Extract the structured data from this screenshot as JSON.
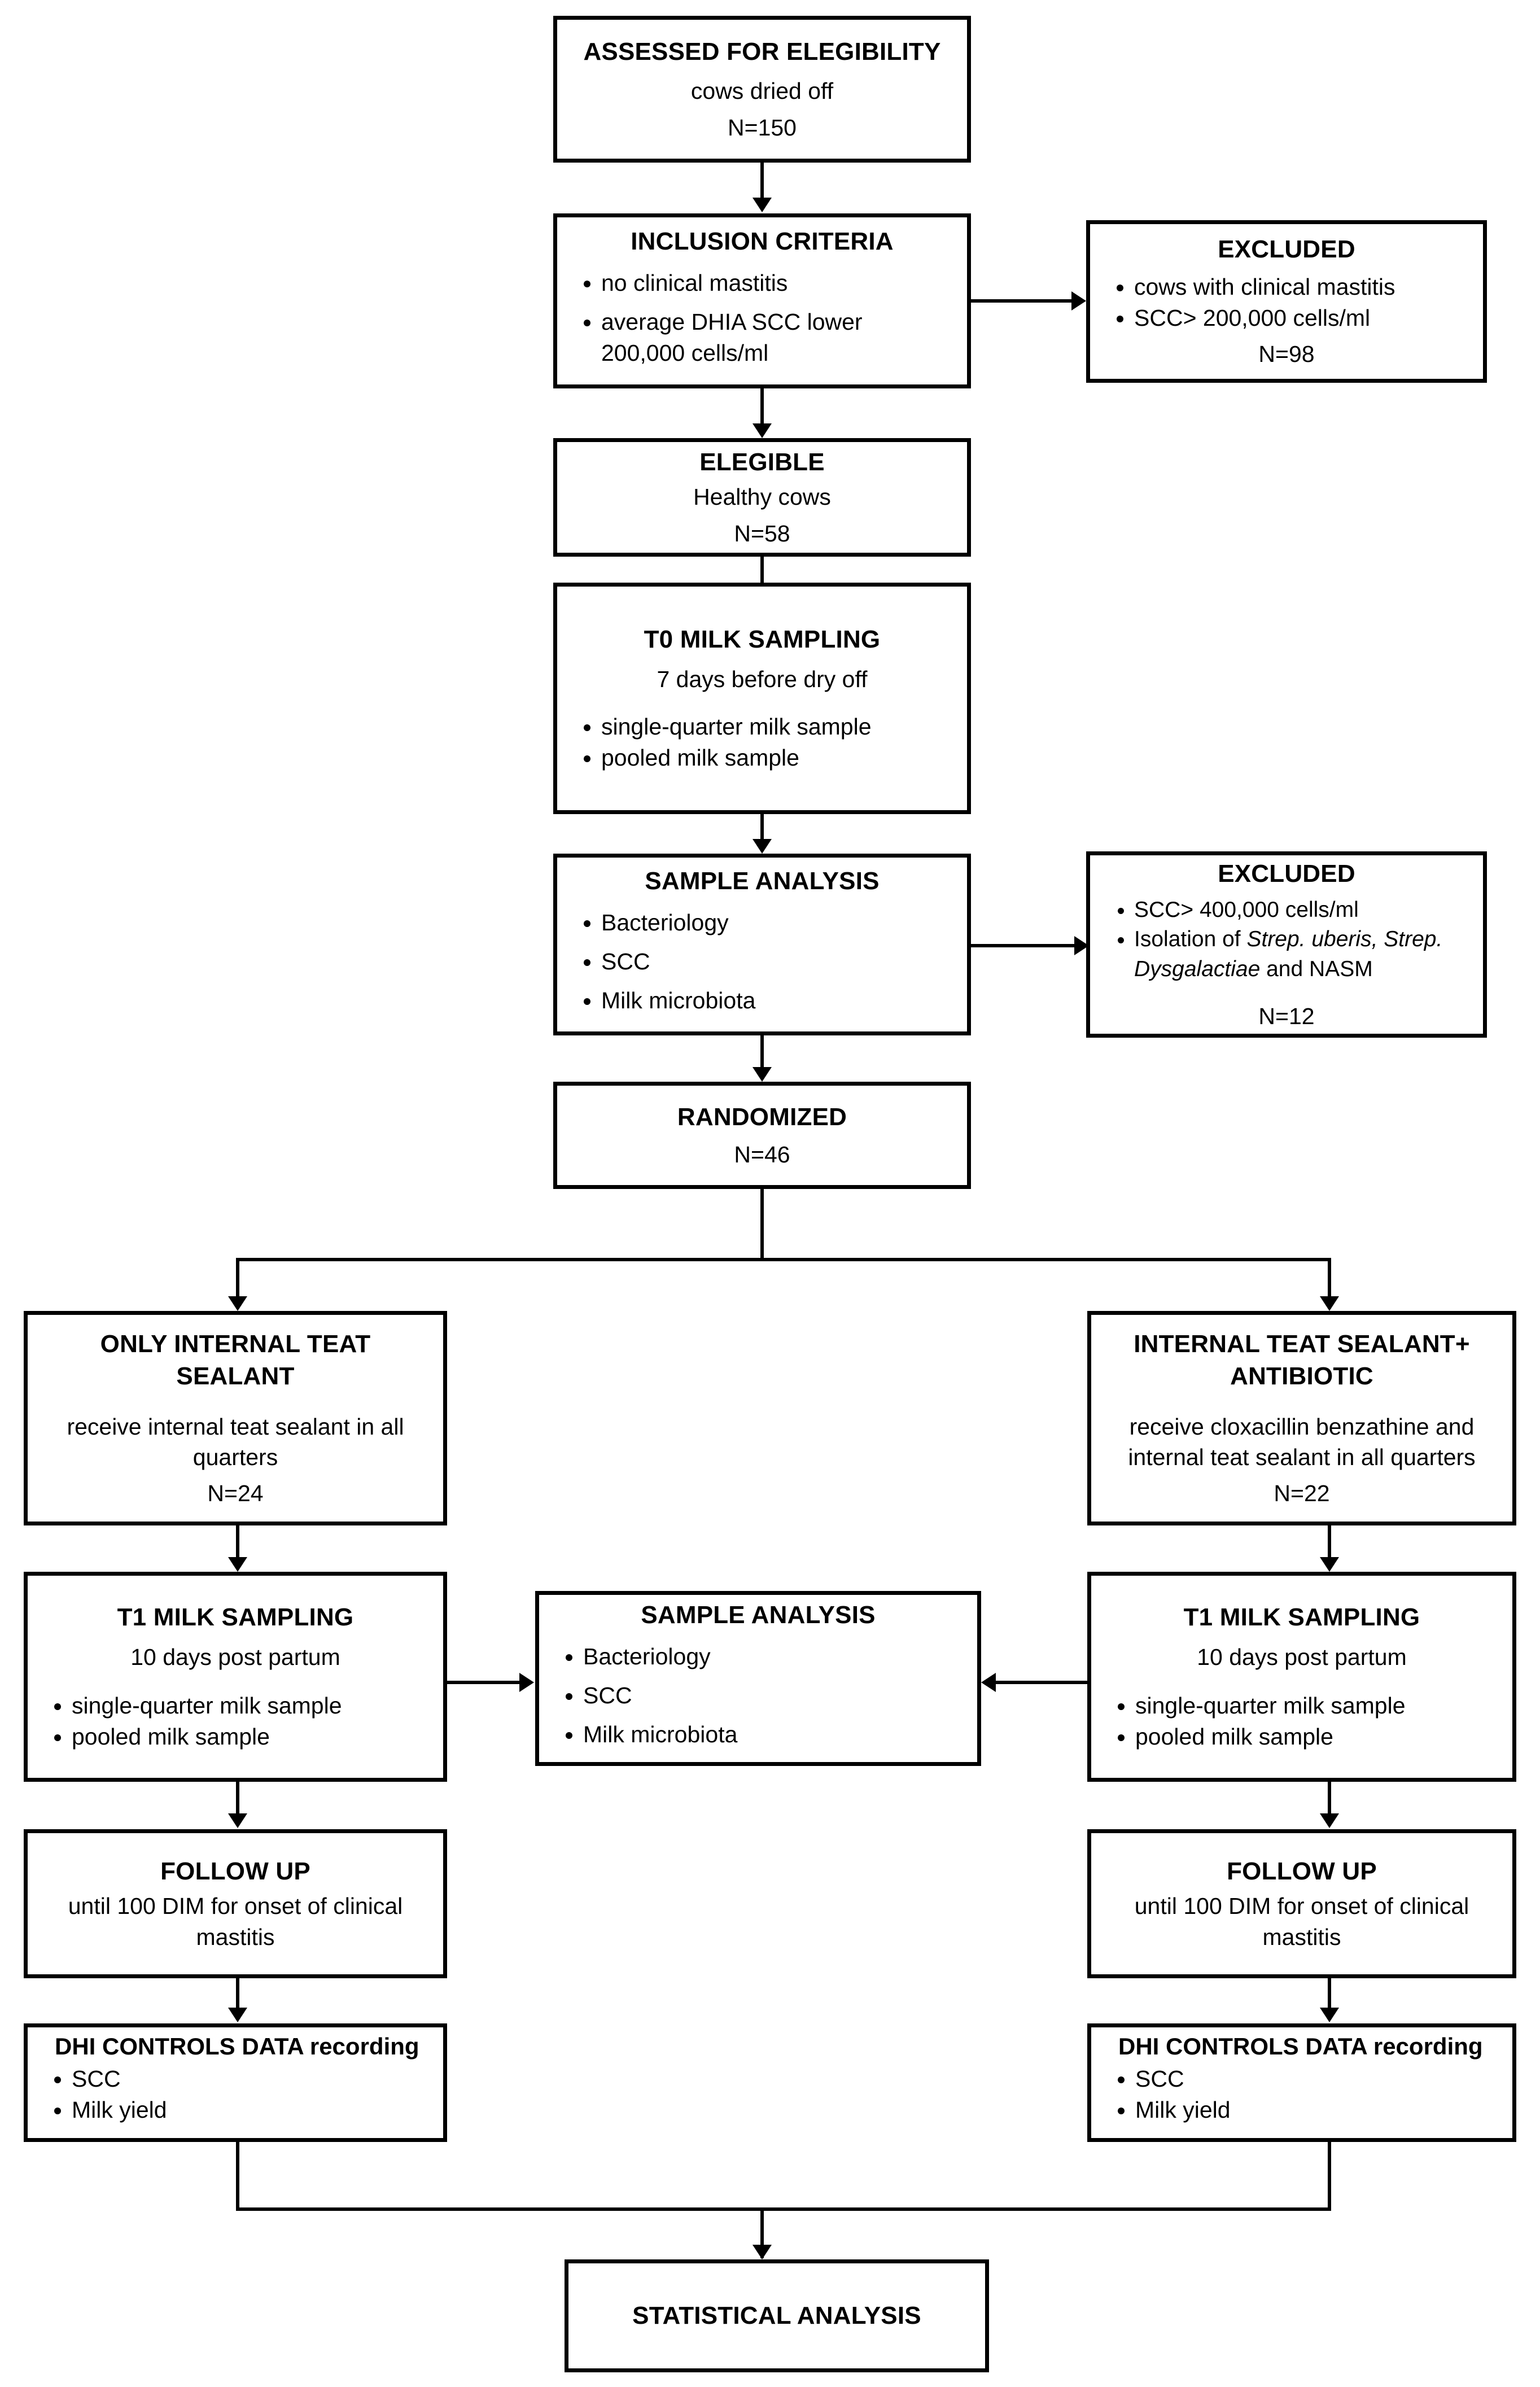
{
  "diagram": {
    "title": "Study flow diagram - dry cow therapy trial",
    "type": "flowchart"
  },
  "nodes": {
    "assessed": {
      "title": "ASSESSED FOR ELEGIBILITY",
      "sub": "cows dried off",
      "n": "N=150"
    },
    "inclusion": {
      "title": "INCLUSION CRITERIA",
      "bullets": [
        "no clinical mastitis",
        "average DHIA SCC lower 200,000 cells/ml"
      ]
    },
    "excluded_1": {
      "title": "EXCLUDED",
      "bullets": [
        "cows with clinical mastitis",
        "SCC> 200,000 cells/ml"
      ],
      "n": "N=98"
    },
    "elegible": {
      "title": "ELEGIBLE",
      "sub": "Healthy cows",
      "n": "N=58"
    },
    "t0_sampling": {
      "title": "T0  MILK SAMPLING",
      "sub": "7 days before dry off",
      "bullets": [
        "single-quarter milk sample",
        "pooled milk sample"
      ]
    },
    "sample_analysis_t0": {
      "title": "SAMPLE ANALYSIS",
      "bullets": [
        "Bacteriology",
        "SCC",
        "Milk microbiota"
      ]
    },
    "excluded_2": {
      "title": "EXCLUDED",
      "bullets": [
        "SCC> 400,000 cells/ml",
        "Isolation of Strep. uberis, Strep. Dysgalactiae and NASM"
      ],
      "bullet2_italic_a": "Strep. uberis, Strep.",
      "bullet2_italic_b": "Dysgalactiae",
      "bullet2_plain_a": "Isolation of ",
      "bullet2_plain_b": " and NASM",
      "n": "N=12"
    },
    "randomized": {
      "title": "RANDOMIZED",
      "n": "N=46"
    },
    "arm_left": {
      "title": "ONLY INTERNAL TEAT SEALANT",
      "sub": "receive internal teat sealant in all quarters",
      "n": "N=24"
    },
    "arm_right": {
      "title": "INTERNAL TEAT SEALANT+ ANTIBIOTIC",
      "sub": "receive cloxacillin benzathine and internal teat sealant in all quarters",
      "n": "N=22"
    },
    "t1_left": {
      "title": "T1 MILK SAMPLING",
      "sub": "10 days post partum",
      "bullets": [
        "single-quarter milk sample",
        "pooled milk sample"
      ]
    },
    "t1_right": {
      "title": "T1 MILK SAMPLING",
      "sub": "10 days post partum",
      "bullets": [
        "single-quarter  milk sample",
        "pooled milk sample"
      ]
    },
    "sample_analysis_t1": {
      "title": "SAMPLE ANALYSIS",
      "bullets": [
        "Bacteriology",
        "SCC",
        "Milk microbiota"
      ]
    },
    "followup_left": {
      "title": "FOLLOW UP",
      "sub": "until 100 DIM for onset of clinical mastitis"
    },
    "followup_right": {
      "title": "FOLLOW UP",
      "sub": "until 100 DIM for onset of clinical mastitis"
    },
    "dhi_left": {
      "title": "DHI CONTROLS DATA recording",
      "bullets": [
        "SCC",
        "Milk yield"
      ]
    },
    "dhi_right": {
      "title": "DHI CONTROLS DATA recording",
      "bullets": [
        "SCC",
        "Milk yield"
      ]
    },
    "statistical": {
      "title": "STATISTICAL ANALYSIS"
    }
  },
  "colors": {
    "line": "#000000",
    "background": "#ffffff",
    "text": "#000000"
  }
}
